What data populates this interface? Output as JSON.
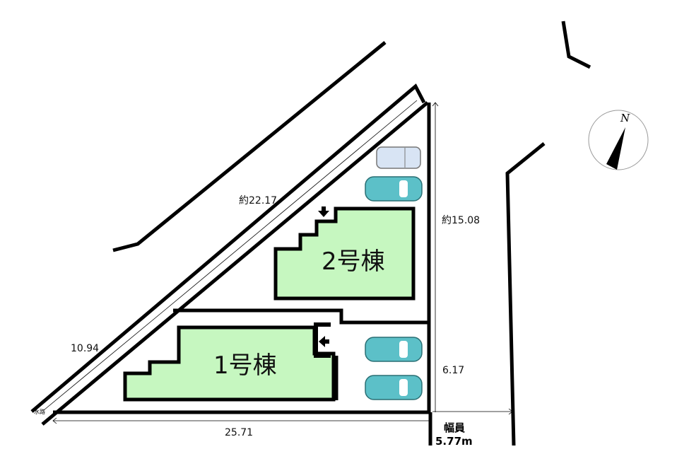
{
  "plan": {
    "buildings": [
      {
        "label": "1号棟"
      },
      {
        "label": "2号棟"
      }
    ],
    "dimensions": {
      "diagonal": "約22.17",
      "right_upper": "約15.08",
      "left_lower": "10.94",
      "right_lower": "6.17",
      "bottom": "25.71"
    },
    "waterway_label": "水路",
    "road": {
      "label": "幅員",
      "width": "5.77m"
    },
    "compass": {
      "label": "N"
    },
    "colors": {
      "building": "#c6f7c0",
      "car_teal": "#5cc0c8",
      "car_light": "#d8e4f4"
    }
  }
}
